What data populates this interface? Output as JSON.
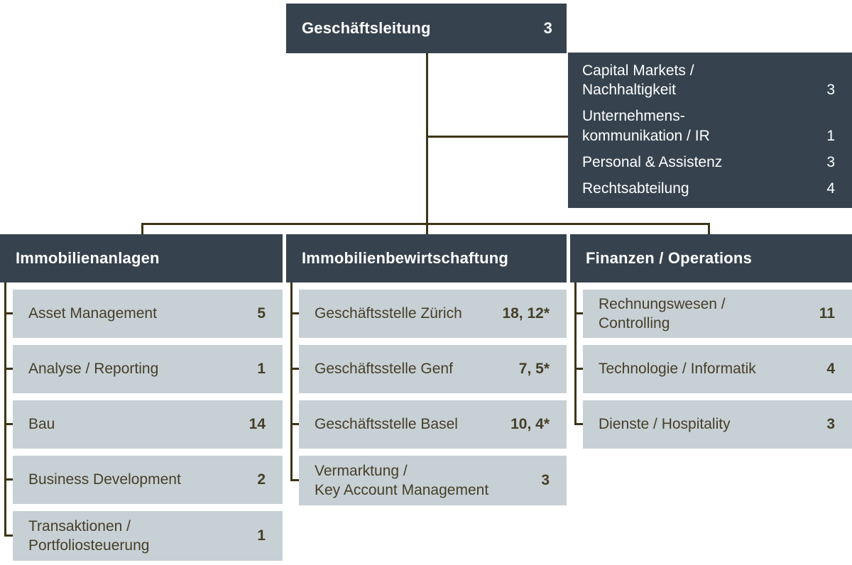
{
  "chart": {
    "type": "org-chart",
    "root": {
      "label": "Geschäftsleitung",
      "count": "3"
    },
    "staff_box": {
      "items": [
        {
          "label": "Capital Markets /\nNachhaltigkeit",
          "count": "3"
        },
        {
          "label": "Unternehmens-\nkommunikation / IR",
          "count": "1"
        },
        {
          "label": "Personal & Assistenz",
          "count": "3"
        },
        {
          "label": "Rechtsabteilung",
          "count": "4"
        }
      ]
    },
    "columns": [
      {
        "header": "Immobilienanlagen",
        "items": [
          {
            "label": "Asset Management",
            "count": "5"
          },
          {
            "label": "Analyse / Reporting",
            "count": "1"
          },
          {
            "label": "Bau",
            "count": "14"
          },
          {
            "label": "Business Development",
            "count": "2"
          },
          {
            "label": "Transaktionen /\nPortfoliosteuerung",
            "count": "1"
          }
        ]
      },
      {
        "header": "Immobilienbewirtschaftung",
        "items": [
          {
            "label": "Geschäftsstelle Zürich",
            "count": "18, 12*"
          },
          {
            "label": "Geschäftsstelle Genf",
            "count": "7, 5*"
          },
          {
            "label": "Geschäftsstelle Basel",
            "count": "10, 4*"
          },
          {
            "label": "Vermarktung /\nKey Account Management",
            "count": "3"
          }
        ]
      },
      {
        "header": "Finanzen / Operations",
        "items": [
          {
            "label": "Rechnungswesen /\nControlling",
            "count": "11"
          },
          {
            "label": "Technologie / Informatik",
            "count": "4"
          },
          {
            "label": "Dienste / Hospitality",
            "count": "3"
          }
        ]
      }
    ],
    "colors": {
      "header_bg": "#36434f",
      "header_text": "#ffffff",
      "item_bg": "#c7d0d5",
      "item_text": "#453f28",
      "connector": "#3d3518",
      "background": "#ffffff"
    }
  }
}
